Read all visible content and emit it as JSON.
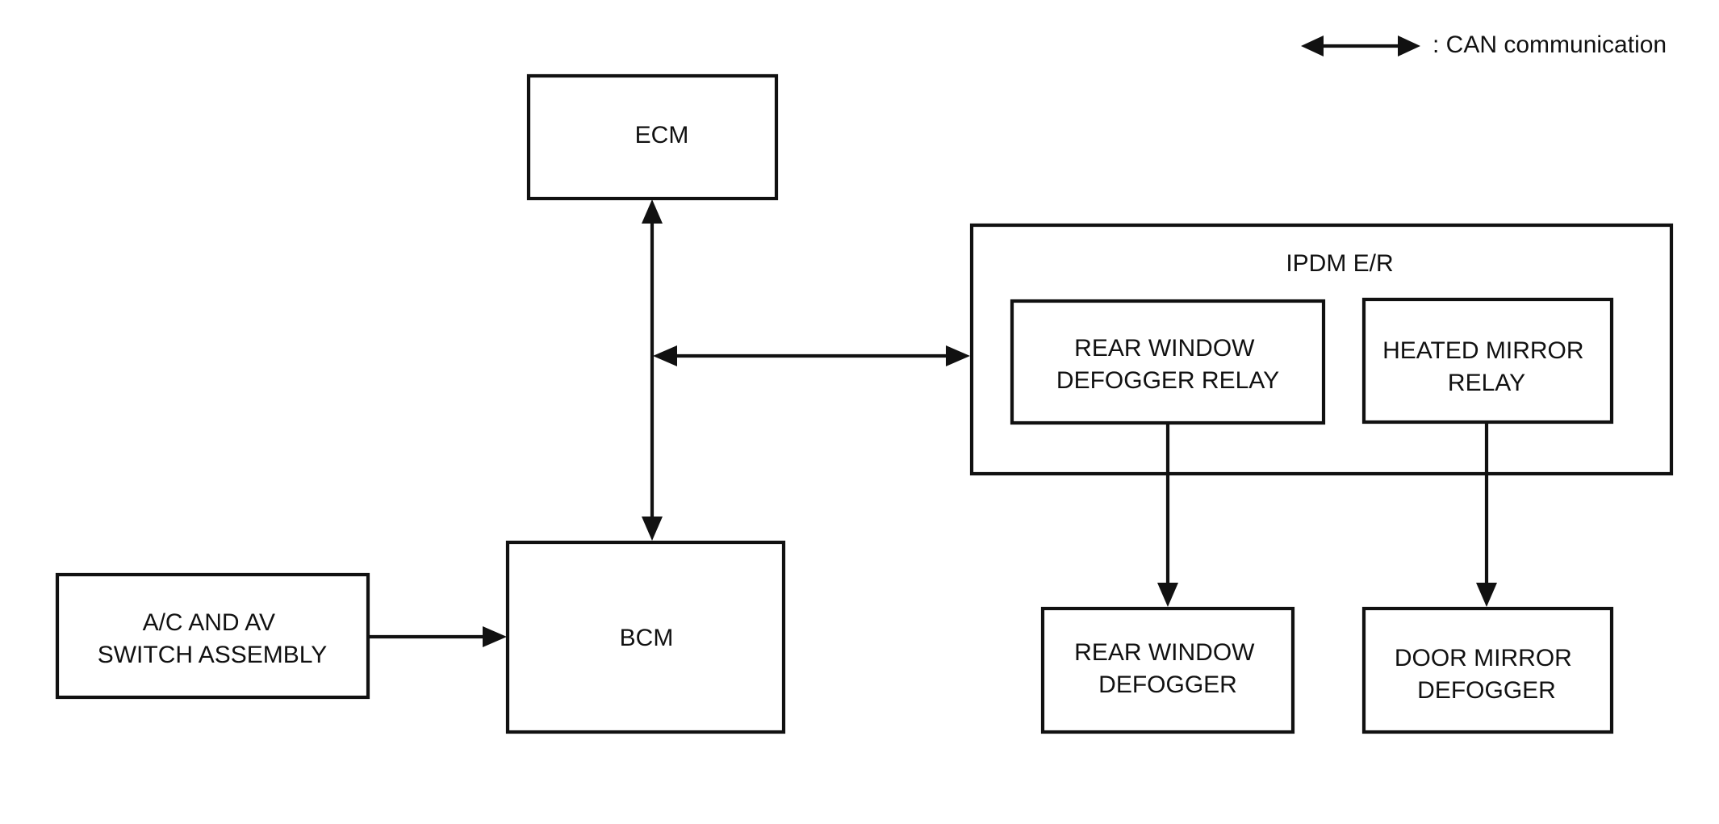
{
  "legend": {
    "label": ": CAN communication"
  },
  "blocks": {
    "ecm": [
      "ECM"
    ],
    "ipdm": [
      "IPDM E/R"
    ],
    "rear_window_defogger_relay": [
      "REAR WINDOW",
      "DEFOGGER RELAY"
    ],
    "heated_mirror_relay": [
      "HEATED MIRROR",
      "RELAY"
    ],
    "ac_av_switch": [
      "A/C AND AV",
      "SWITCH ASSEMBLY"
    ],
    "bcm": [
      "BCM"
    ],
    "rear_window_defogger": [
      "REAR WINDOW",
      "DEFOGGER"
    ],
    "door_mirror_defogger": [
      "DOOR MIRROR",
      "DEFOGGER"
    ]
  },
  "colors": {
    "stroke": "#111111",
    "background": "#ffffff"
  }
}
